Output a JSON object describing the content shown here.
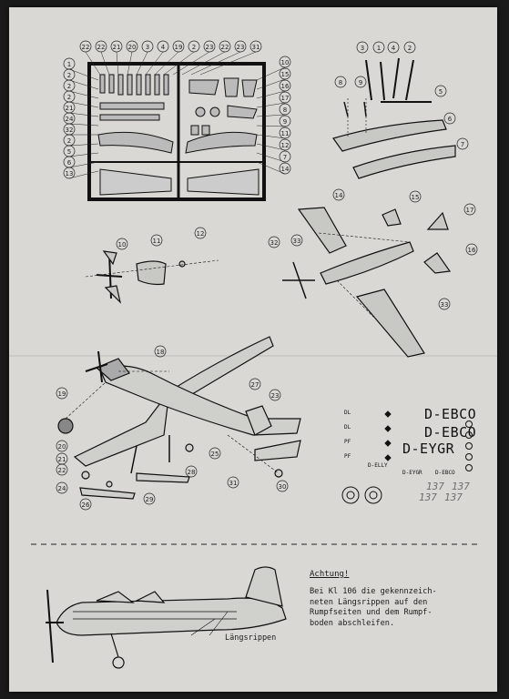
{
  "sheet": {
    "note_title": "Achtung!",
    "note_lines": [
      "Bei Kl 106 die gekennzeich-",
      "neten Längsrippen auf den",
      "Rumpfseiten und dem Rumpf-",
      "boden abschleifen."
    ],
    "rib_label": "Längsrippen"
  },
  "decals": {
    "registrations_big": [
      "D-EBCO",
      "D-EBCO",
      "D-EYGR"
    ],
    "row_tags": [
      "DL",
      "DL",
      "PF",
      "PF"
    ],
    "small_regs": [
      "D-ELLY",
      "D-EYGR",
      "D-EBCO"
    ],
    "numbers": [
      "137",
      "137",
      "137",
      "137"
    ]
  },
  "callouts": {
    "sprue_top": [
      "22",
      "22",
      "21",
      "20",
      "3",
      "4",
      "19",
      "2",
      "23",
      "22",
      "23",
      "31"
    ],
    "sprue_left": [
      "1",
      "2",
      "2",
      "2",
      "21",
      "24",
      "32",
      "2",
      "5",
      "6",
      "13"
    ],
    "sprue_right": [
      "10",
      "15",
      "16",
      "17",
      "8",
      "9",
      "11",
      "12",
      "7",
      "14"
    ],
    "fuselage": [
      "3",
      "1",
      "4",
      "2",
      "8",
      "9",
      "5",
      "6",
      "7"
    ],
    "wing": [
      "14",
      "15",
      "17",
      "16",
      "32",
      "33",
      "33"
    ],
    "prop": [
      "10",
      "11",
      "12"
    ],
    "assembly": [
      "18",
      "19",
      "20",
      "21",
      "22",
      "24",
      "26",
      "28",
      "27",
      "23",
      "25",
      "29",
      "31",
      "30"
    ]
  }
}
